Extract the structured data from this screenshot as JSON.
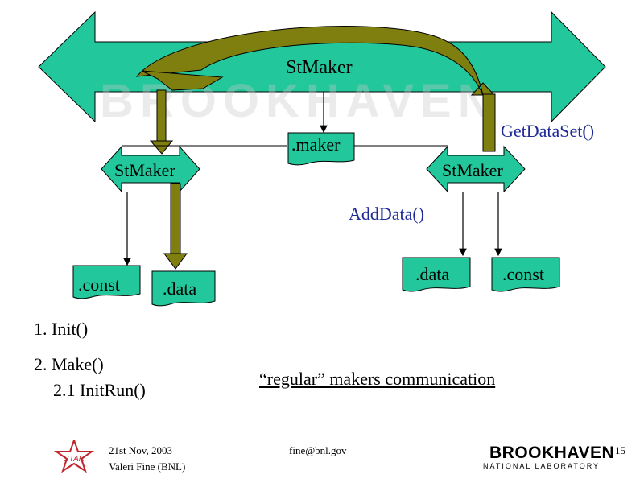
{
  "diagram": {
    "main_arrow_label": "StMaker",
    "maker_doc_label": ".maker",
    "getdataset_label": "GetDataSet()",
    "adddata_label": "AddData()",
    "left_maker_label": "StMaker",
    "right_maker_label": "StMaker",
    "left_const_label": ".const",
    "left_data_label": ".data",
    "right_data_label": ".data",
    "right_const_label": ".const",
    "watermark_text": "BROOKHAVEN",
    "colors": {
      "arrow_fill": "#22c79b",
      "olive": "#7f7f10",
      "blue_text": "#1f2a99"
    }
  },
  "steps": {
    "step1": "1. Init()",
    "step2": "2. Make()",
    "step21": "2.1  InitRun()"
  },
  "caption": "“regular” makers communication",
  "footer": {
    "date_line1": "21st Nov, 2003",
    "date_line2": "Valeri Fine (BNL)",
    "email": "fine@bnl.gov",
    "page_number": "15",
    "logo_word": "BROOKHAVEN",
    "logo_sub": "NATIONAL LABORATORY",
    "star_text": "STAR"
  }
}
